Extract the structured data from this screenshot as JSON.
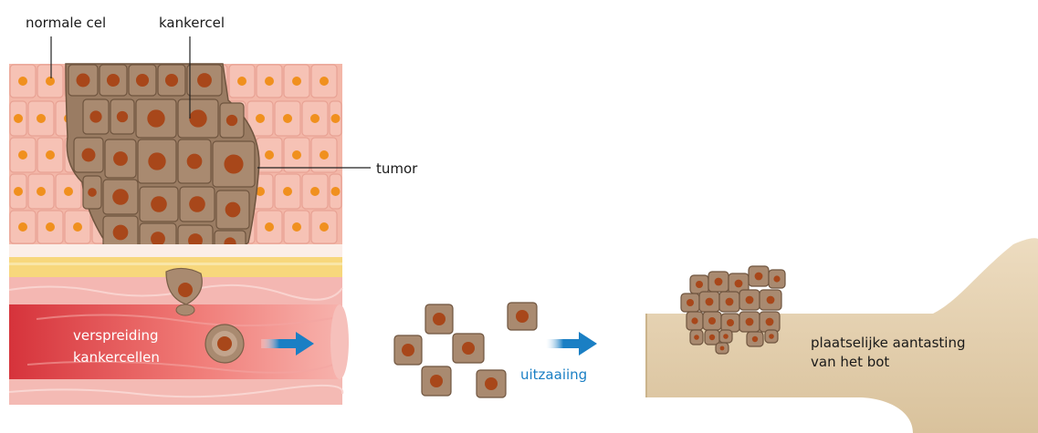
{
  "labels": {
    "normal_cell": "normale cel",
    "cancer_cell": "kankercel",
    "tumor": "tumor",
    "spread_line1": "verspreiding",
    "spread_line2": "kankercellen",
    "metastasis": "uitzaaiing",
    "bone_line1": "plaatselijke aantasting",
    "bone_line2": "van het bot"
  },
  "colors": {
    "normal_cell_fill": "#f6c2b5",
    "normal_nucleus": "#f0901e",
    "cancer_cell_fill": "#a98a70",
    "cancer_nucleus": "#a8471a",
    "basement_yellow": "#f7d77c",
    "vessel_red": "#e0474c",
    "arrow_blue": "#1a7fc4",
    "bone": "#e3cfae"
  },
  "icons": [
    "arrow-right-icon"
  ]
}
